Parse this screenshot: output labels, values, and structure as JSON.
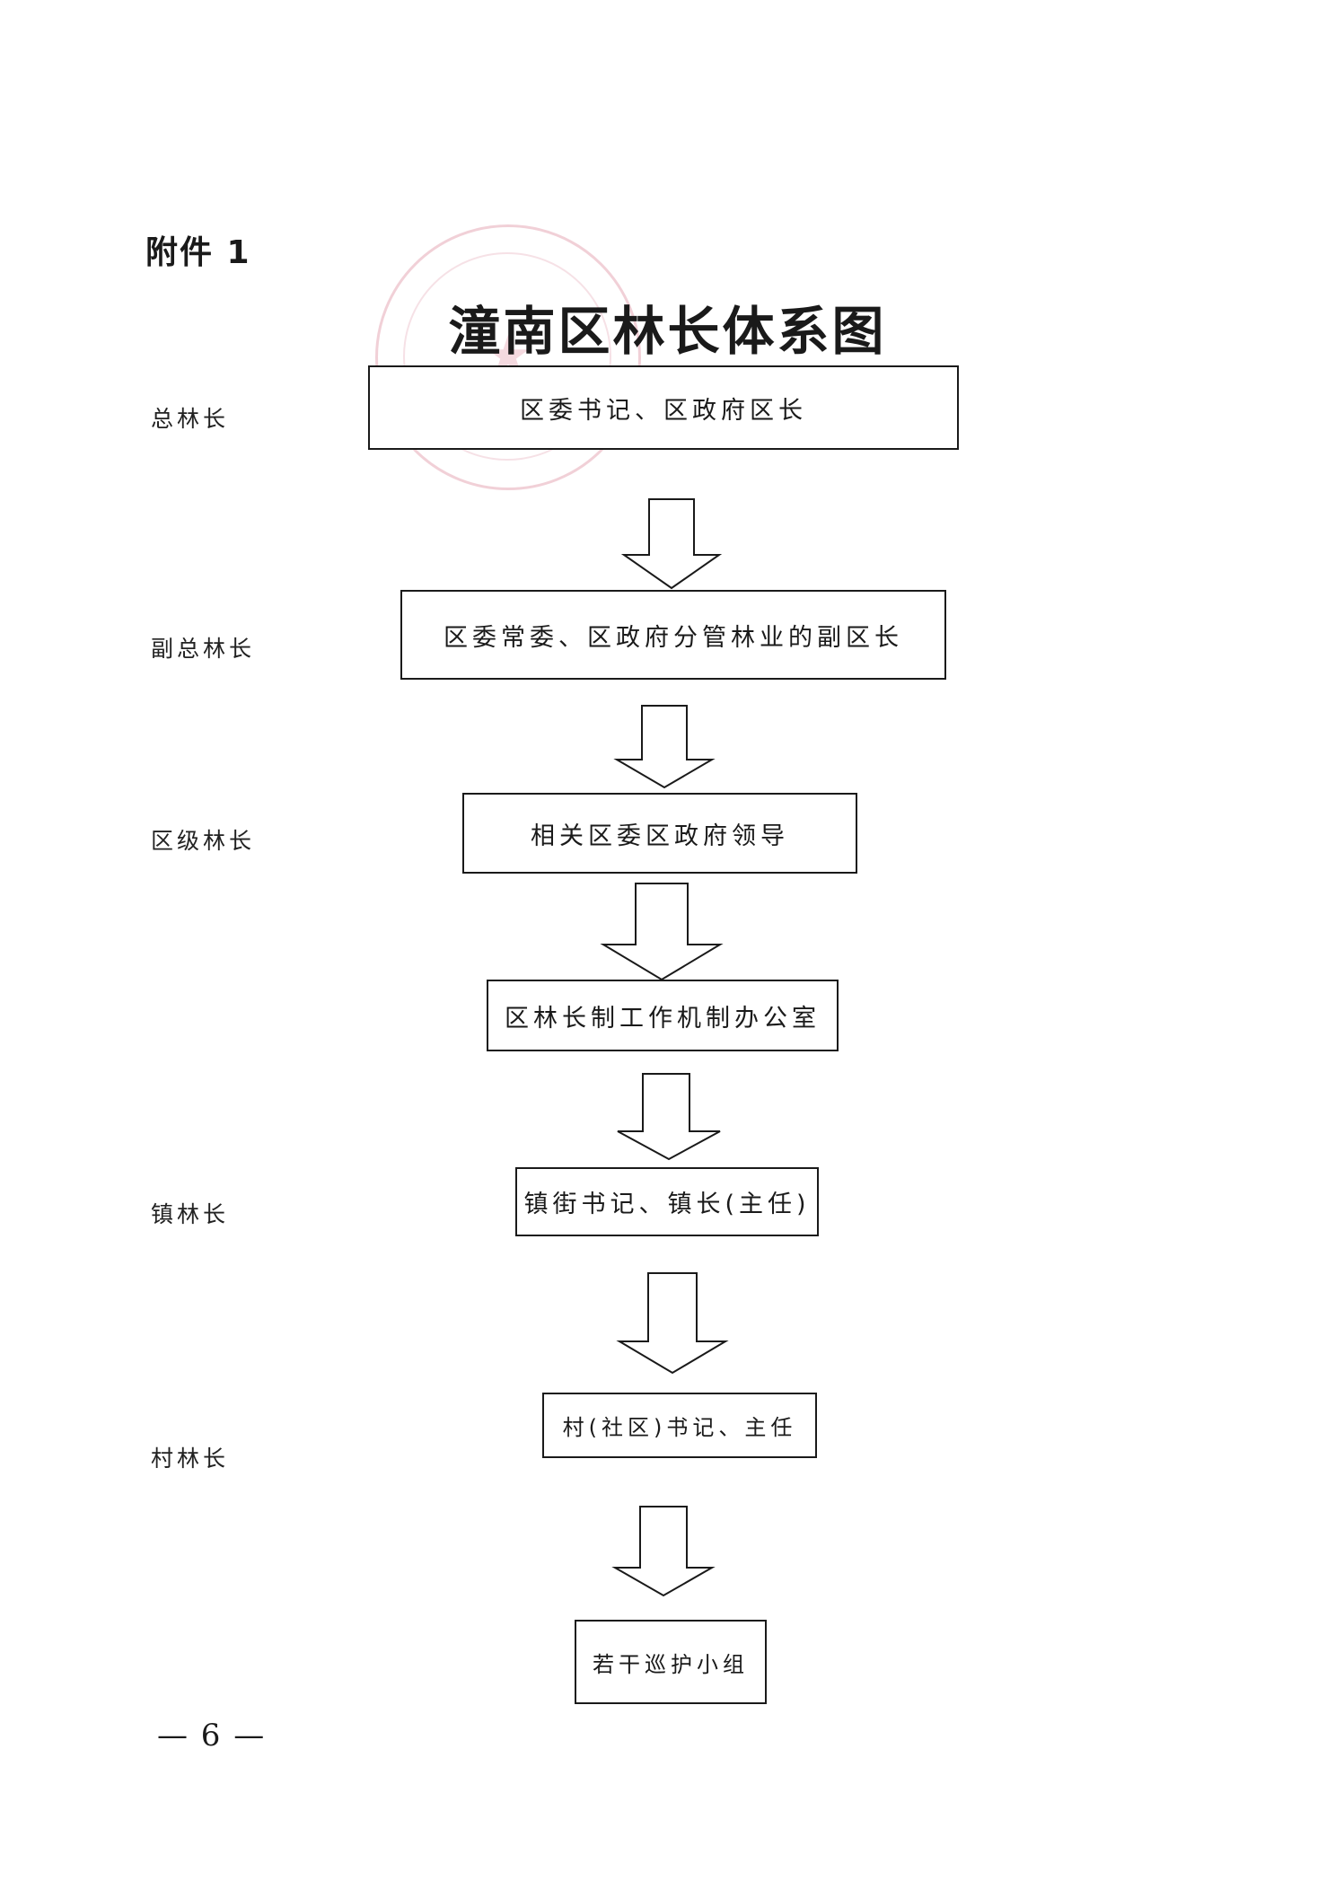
{
  "document": {
    "attachment_label": "附件 1",
    "title": "潼南区林长体系图",
    "page_number": "— 6 —"
  },
  "levels": {
    "chief": "总林长",
    "deputy_chief": "副总林长",
    "district": "区级林长",
    "town": "镇林长",
    "village": "村林长"
  },
  "nodes": {
    "n1": "区委书记、区政府区长",
    "n2": "区委常委、区政府分管林业的副区长",
    "n3": "相关区委区政府领导",
    "n4": "区林长制工作机制办公室",
    "n5": "镇街书记、镇长(主任)",
    "n6": "村(社区)书记、主任",
    "n7": "若干巡护小组"
  },
  "colors": {
    "ink": "#1a1a1a",
    "seal": "#d6788c"
  }
}
